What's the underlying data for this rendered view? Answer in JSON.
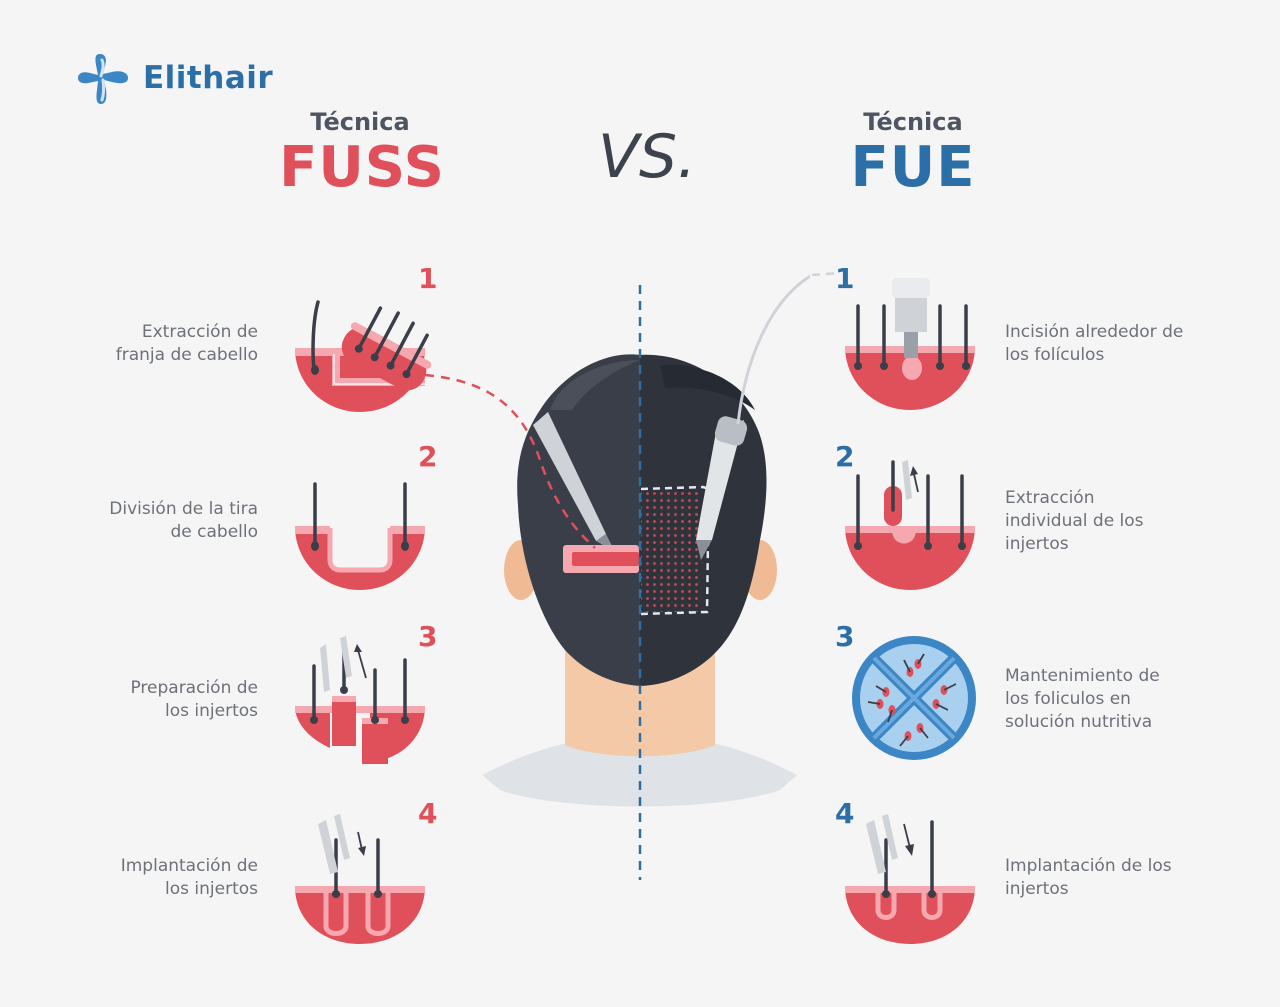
{
  "brand": {
    "name": "Elithair",
    "color": "#2c6ea6"
  },
  "left": {
    "tecnica_label": "Técnica",
    "technique": "FUSS",
    "color": "#e0505a",
    "steps": [
      {
        "num": "1",
        "caption": "Extracción de\nfranja de cabello"
      },
      {
        "num": "2",
        "caption": "División de la tira\nde cabello"
      },
      {
        "num": "3",
        "caption": "Preparación de\nlos injertos"
      },
      {
        "num": "4",
        "caption": "Implantación de\nlos injertos"
      }
    ]
  },
  "vs_label": "VS.",
  "right": {
    "tecnica_label": "Técnica",
    "technique": "FUE",
    "color": "#2c6ea6",
    "steps": [
      {
        "num": "1",
        "caption": "Incisión alrededor de\nlos folículos"
      },
      {
        "num": "2",
        "caption": "Extracción\nindividual de los\ninjertos"
      },
      {
        "num": "3",
        "caption": "Mantenimiento de\nlos foliculos en\nsolución nutritiva"
      },
      {
        "num": "4",
        "caption": "Implantación de los\ninjertos"
      }
    ]
  },
  "colors": {
    "hair": "#3a3e48",
    "skin": "#f4c9a8",
    "scalp_red": "#e0505a",
    "scalp_light": "#f5a8b0"
  }
}
